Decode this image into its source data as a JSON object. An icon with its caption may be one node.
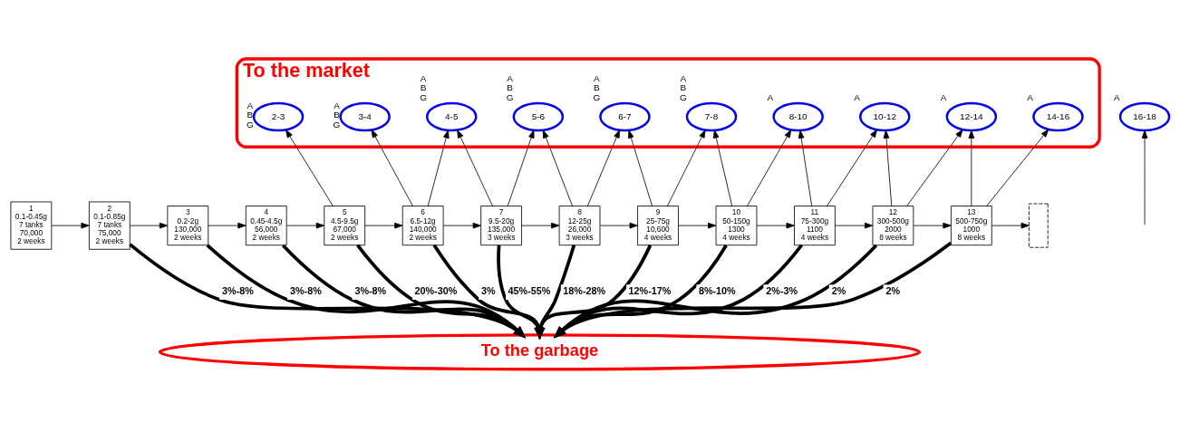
{
  "diagram": {
    "nodes": [
      {
        "text": [
          "To the market"
        ]
      },
      {
        "text": [
          "2-3"
        ],
        "in": 0,
        "beside": [
          "A B G"
        ]
      },
      {
        "text": [
          "3-4"
        ],
        "in": 0,
        "beside": [
          "A B G"
        ]
      },
      {
        "text": [
          "4-5"
        ],
        "in": 0,
        "beside": [
          "A B G"
        ]
      },
      {
        "text": [
          "5-6"
        ],
        "in": 0,
        "beside": [
          "A B G"
        ]
      },
      {
        "text": [
          "6-7"
        ],
        "in": 0,
        "beside": [
          "A B G"
        ]
      },
      {
        "text": [
          "7-8"
        ],
        "in": 0,
        "beside": [
          "A B G"
        ]
      },
      {
        "text": [
          "8-10"
        ],
        "in": 0,
        "beside": [
          "A"
        ]
      },
      {
        "text": [
          "10-12"
        ],
        "in": 0,
        "beside": [
          "A"
        ]
      },
      {
        "text": [
          "12-14"
        ],
        "in": 0,
        "beside": [
          "A"
        ]
      },
      {
        "text": [
          "14-16"
        ],
        "in": 0,
        "beside": [
          "A"
        ]
      },
      {
        "text": [
          "16-18"
        ],
        "beside": [
          "A"
        ]
      },
      {
        "text": [
          "1",
          "0.1-0.45g",
          "7 tanks",
          "70,000",
          "2 weeks"
        ]
      },
      {
        "text": [
          "2",
          "0.1-0.85g",
          "7 tanks",
          "75,000",
          "2 weeks"
        ]
      },
      {
        "text": [
          "3",
          "0.2-2g",
          "130,000",
          "2 weeks"
        ]
      },
      {
        "text": [
          "4",
          "0.45-4.5g",
          "56,000",
          "2 weeks"
        ]
      },
      {
        "text": [
          "5",
          "4.5-9.5g",
          "67,000",
          "2 weeks"
        ]
      },
      {
        "text": [
          "6",
          "6.5-12g",
          "140,000",
          "2 weeks"
        ]
      },
      {
        "text": [
          "7",
          "9.5-20g",
          "135,000",
          "3 weeks"
        ]
      },
      {
        "text": [
          "8",
          "12-25g",
          "26,000",
          "3 weeks"
        ]
      },
      {
        "text": [
          "9",
          "25-75g",
          "10,600",
          "4 weeks"
        ]
      },
      {
        "text": [
          "10",
          "50-150g",
          "1300",
          "4 weeks"
        ]
      },
      {
        "text": [
          "11",
          "75-300g",
          "1100",
          "4 weeks"
        ]
      },
      {
        "text": [
          "12",
          "300-500g",
          "2000",
          "8 weeks"
        ]
      },
      {
        "text": [
          "13",
          "500-750g",
          "1000",
          "8 weeks"
        ]
      },
      {
        "text": [],
        "shape": "box"
      },
      {
        "text": [
          "To the garbage"
        ]
      }
    ],
    "edges": [
      {
        "from": 12,
        "to": 13,
        "arrow": "to"
      },
      {
        "from": 13,
        "to": 14,
        "arrow": "to"
      },
      {
        "from": 14,
        "to": 15,
        "arrow": "to"
      },
      {
        "from": 15,
        "to": 16,
        "arrow": "to"
      },
      {
        "from": 16,
        "to": 17,
        "arrow": "to"
      },
      {
        "from": 17,
        "to": 18,
        "arrow": "to"
      },
      {
        "from": 18,
        "to": 19,
        "arrow": "to"
      },
      {
        "from": 19,
        "to": 20,
        "arrow": "to"
      },
      {
        "from": 20,
        "to": 21,
        "arrow": "to"
      },
      {
        "from": 21,
        "to": 22,
        "arrow": "to"
      },
      {
        "from": 22,
        "to": 23,
        "arrow": "to"
      },
      {
        "from": 23,
        "to": 24,
        "arrow": "to"
      },
      {
        "from": 24,
        "to": 25,
        "arrow": "to"
      },
      {
        "from": 13,
        "to": 26,
        "arrow": "to",
        "label": "3%-8%",
        "style": "thick"
      },
      {
        "from": 14,
        "to": 26,
        "arrow": "to",
        "label": "3%-8%",
        "style": "thick"
      },
      {
        "from": 15,
        "to": 26,
        "arrow": "to",
        "label": "3%-8%",
        "style": "thick"
      },
      {
        "from": 16,
        "to": 26,
        "arrow": "to",
        "label": "20%-30%",
        "style": "thick"
      },
      {
        "from": 17,
        "to": 26,
        "arrow": "to",
        "label": "3%",
        "style": "thick"
      },
      {
        "from": 18,
        "to": 26,
        "arrow": "to",
        "label": "45%-55%",
        "style": "thick"
      },
      {
        "from": 19,
        "to": 26,
        "arrow": "to",
        "label": "18%-28%",
        "style": "thick"
      },
      {
        "from": 20,
        "to": 26,
        "arrow": "to",
        "label": "12%-17%",
        "style": "thick"
      },
      {
        "from": 21,
        "to": 26,
        "arrow": "to",
        "label": "8%-10%",
        "style": "thick"
      },
      {
        "from": 22,
        "to": 26,
        "arrow": "to",
        "label": "2%-3%",
        "style": "thick"
      },
      {
        "from": 23,
        "to": 26,
        "arrow": "to",
        "label": "2%",
        "style": "thick"
      },
      {
        "from": 24,
        "to": 26,
        "arrow": "to",
        "label": "2%",
        "style": "thick"
      },
      {
        "from": 16,
        "to": 1,
        "arrow": "to"
      },
      {
        "from": 17,
        "to": 2,
        "arrow": "to"
      },
      {
        "from": 17,
        "to": 3,
        "arrow": "to"
      },
      {
        "from": 18,
        "to": 3,
        "arrow": "to"
      },
      {
        "from": 18,
        "to": 4,
        "arrow": "to"
      },
      {
        "from": 19,
        "to": 4,
        "arrow": "to"
      },
      {
        "from": 19,
        "to": 5,
        "arrow": "to"
      },
      {
        "from": 20,
        "to": 5,
        "arrow": "to"
      },
      {
        "from": 20,
        "to": 6,
        "arrow": "to"
      },
      {
        "from": 21,
        "to": 6,
        "arrow": "to"
      },
      {
        "from": 21,
        "to": 7,
        "arrow": "to"
      },
      {
        "from": 22,
        "to": 7,
        "arrow": "to"
      },
      {
        "from": 22,
        "to": 8,
        "arrow": "to"
      },
      {
        "from": 23,
        "to": 8,
        "arrow": "to"
      },
      {
        "from": 23,
        "to": 9,
        "arrow": "to"
      },
      {
        "from": 24,
        "to": 9,
        "arrow": "to"
      },
      {
        "from": 24,
        "to": 10,
        "arrow": "to"
      },
      {
        "from": null,
        "to": 11,
        "arrow": "to"
      }
    ]
  }
}
